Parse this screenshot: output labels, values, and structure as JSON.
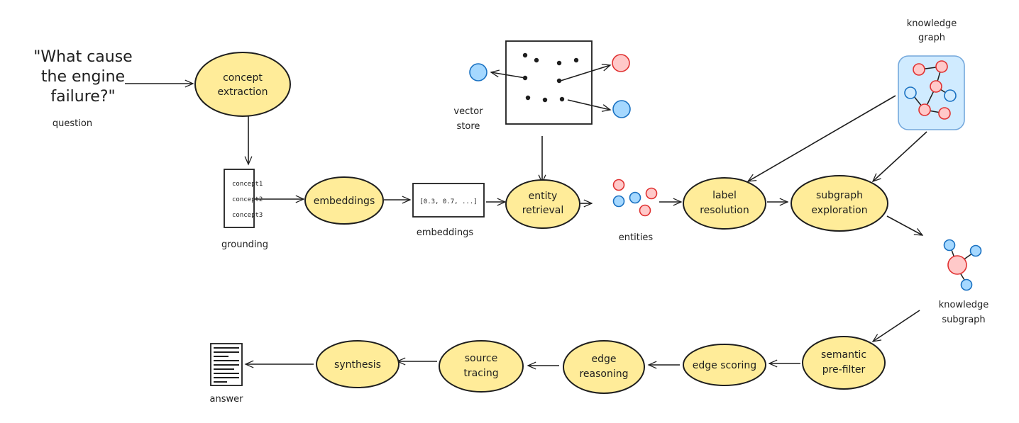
{
  "title": "Knowledge graph question answering pipeline",
  "question": {
    "lines": [
      "\"What cause",
      "the engine",
      "failure?\""
    ],
    "caption": "question"
  },
  "nodes": {
    "concept_extraction": [
      "concept",
      "extraction"
    ],
    "embeddings": [
      "embeddings"
    ],
    "entity_retrieval": [
      "entity",
      "retrieval"
    ],
    "label_resolution": [
      "label",
      "resolution"
    ],
    "subgraph_exploration": [
      "subgraph",
      "exploration"
    ],
    "semantic_prefilter": [
      "semantic",
      "pre-filter"
    ],
    "edge_scoring": [
      "edge scoring"
    ],
    "edge_reasoning": [
      "edge",
      "reasoning"
    ],
    "source_tracing": [
      "source",
      "tracing"
    ],
    "synthesis": [
      "synthesis"
    ]
  },
  "grounding": {
    "items": [
      "concept1",
      "concept2",
      "concept3"
    ],
    "caption": "grounding"
  },
  "embedding_vector": {
    "value": "[0.3, 0.7, ...]",
    "caption": "embeddings"
  },
  "vector_store": {
    "caption": [
      "vector",
      "store"
    ]
  },
  "entities": {
    "caption": "entities"
  },
  "knowledge_graph": {
    "caption": [
      "knowledge",
      "graph"
    ]
  },
  "knowledge_subgraph": {
    "caption": [
      "knowledge",
      "subgraph"
    ]
  },
  "answer": {
    "caption": "answer"
  },
  "colors": {
    "process_fill": "#ffec99",
    "stroke": "#1e1e1e",
    "red_fill": "#ffc9c9",
    "red_stroke": "#e03131",
    "blue_fill": "#a5d8ff",
    "blue_stroke": "#1971c2",
    "graph_bg": "#d0ebff"
  }
}
